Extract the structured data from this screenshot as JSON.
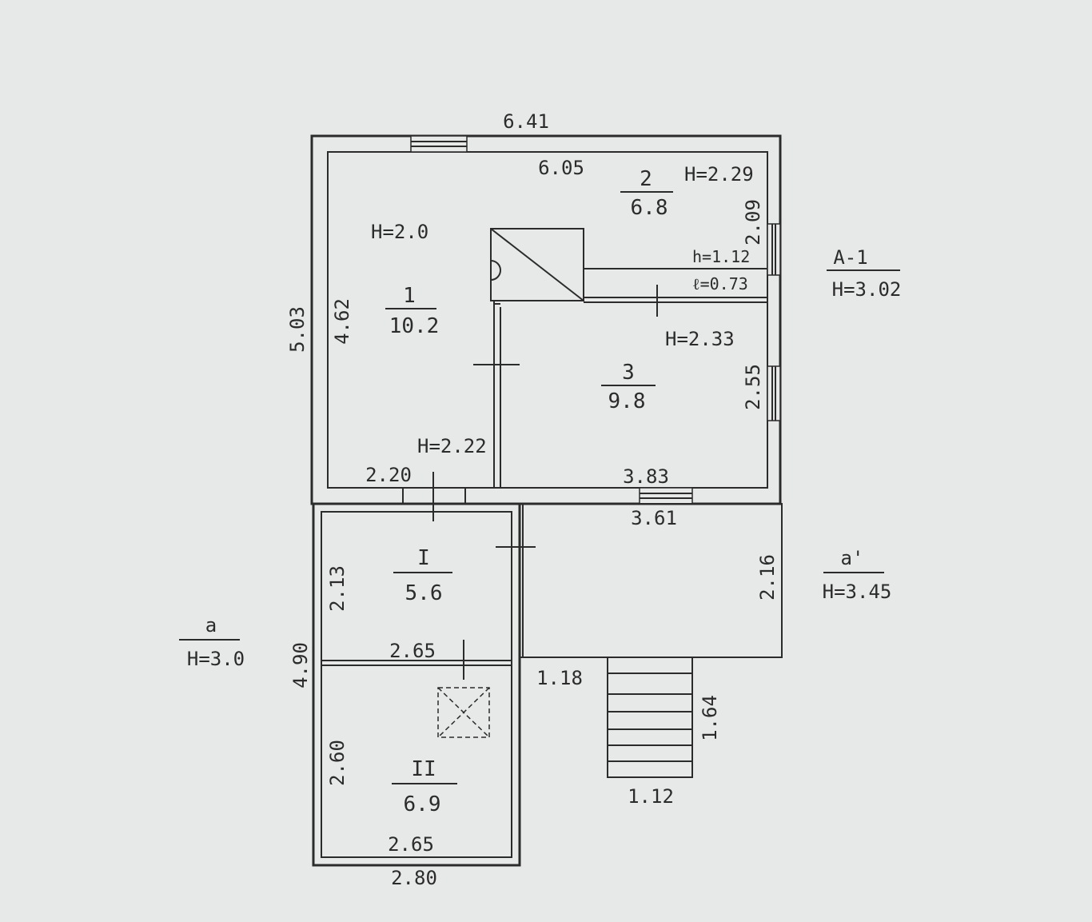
{
  "dimensions": {
    "top_outer": "6.41",
    "top_inner": "6.05",
    "left_outer": "5.03",
    "left_inner": "4.62",
    "right_upper": "2.09",
    "right_lower": "2.55",
    "mid_left": "2.20",
    "mid_right_inner": "3.83",
    "mid_right_outer": "3.61",
    "veranda_height": "2.16",
    "annex_upper_height": "2.13",
    "annex_total_height": "4.90",
    "annex_mid_width": "2.65",
    "annex_lower_height": "2.60",
    "annex_bottom_inner": "2.65",
    "annex_bottom_outer": "2.80",
    "step_offset": "1.18",
    "stairs_length": "1.64",
    "stairs_width": "1.12"
  },
  "rooms": [
    {
      "id": "room-1",
      "num": "1",
      "area": "10.2"
    },
    {
      "id": "room-2",
      "num": "2",
      "area": "6.8"
    },
    {
      "id": "room-3",
      "num": "3",
      "area": "9.8"
    },
    {
      "id": "room-I",
      "num": "I",
      "area": "5.6"
    },
    {
      "id": "room-II",
      "num": "II",
      "area": "6.9"
    }
  ],
  "heights": {
    "room1": "H=2.0",
    "room2": "H=2.29",
    "room3": "H=2.33",
    "corridor": "H=2.22",
    "stove_h": "h=1.12",
    "stove_l": "ℓ=0.73"
  },
  "zones": {
    "a1_name": "A-1",
    "a1_height": "H=3.02",
    "a_prime_name": "a'",
    "a_prime_height": "H=3.45",
    "a_name": "a",
    "a_height": "H=3.0"
  }
}
